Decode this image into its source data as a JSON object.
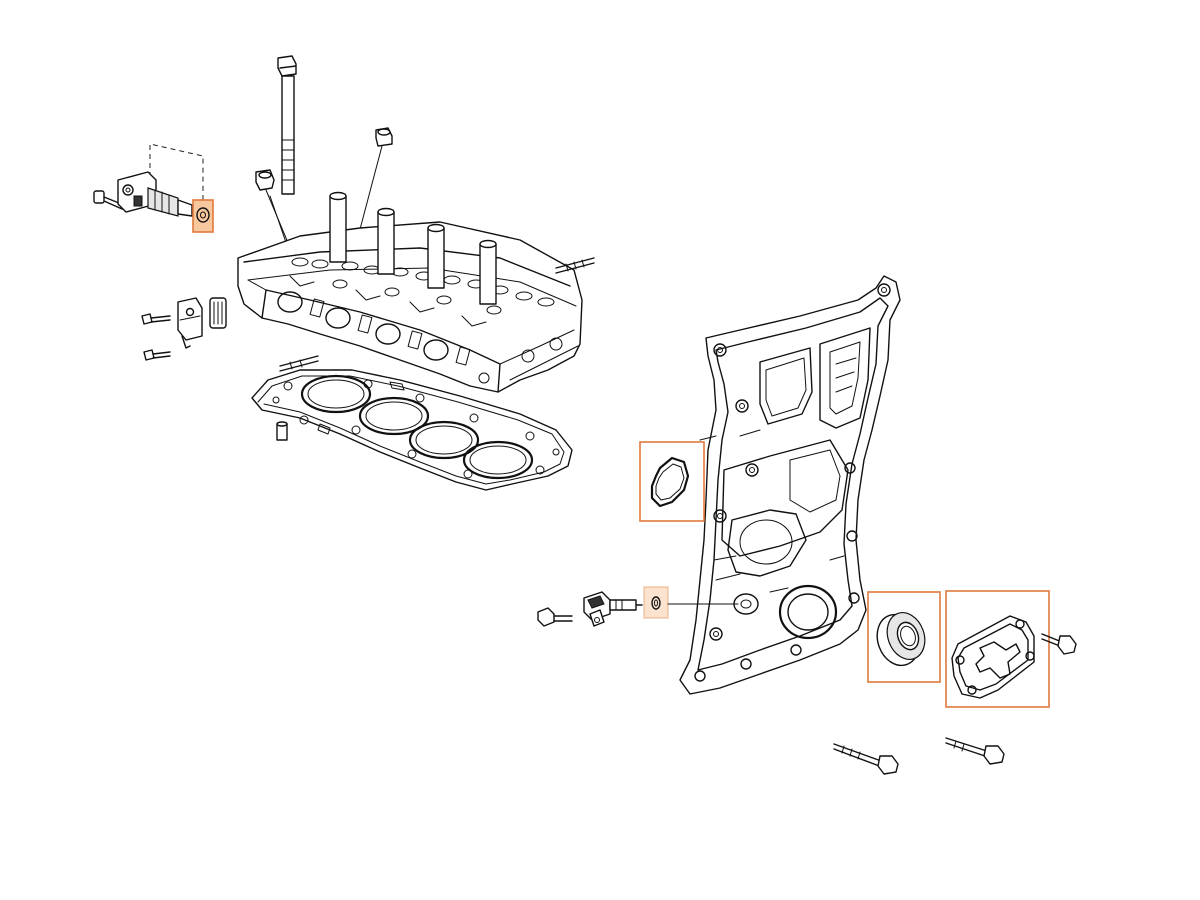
{
  "colors": {
    "background": "#ffffff",
    "line": "#111111",
    "highlight_stroke": "#e07a3c",
    "highlight_fill": "#f7c79e",
    "highlight_fill_light": "#fbe3cf"
  },
  "parts": {
    "cylinder_head": "cylinder-head-assembly",
    "head_gasket": "cylinder-head-gasket",
    "timing_cover": "timing-chain-cover",
    "vtc_solenoid": "spool-valve-solenoid",
    "cam_sensor": "camshaft-position-sensor",
    "bracket": "sensor-bracket"
  },
  "highlights": [
    {
      "id": "solenoid-washer",
      "part": "sealing-washer",
      "style": "filled"
    },
    {
      "id": "cover-gasket",
      "part": "cover-oring-gasket",
      "style": "outline"
    },
    {
      "id": "sensor-oring",
      "part": "sensor-o-ring",
      "style": "filled-light"
    },
    {
      "id": "crank-oil-seal",
      "part": "crankshaft-oil-seal",
      "style": "outline"
    },
    {
      "id": "chain-case-cover",
      "part": "chain-case-side-cover",
      "style": "outline"
    }
  ]
}
